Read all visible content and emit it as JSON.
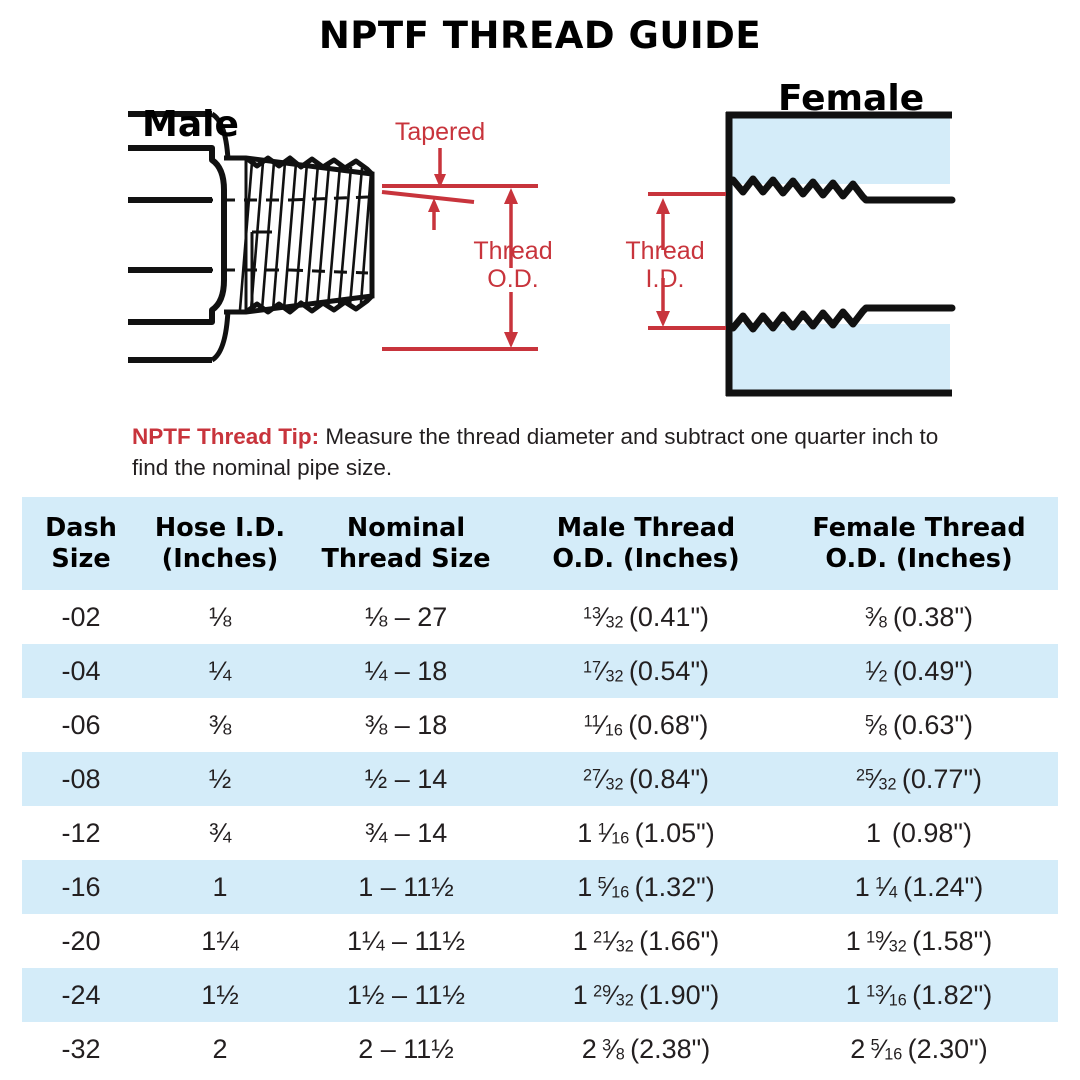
{
  "page_title": "NPTF THREAD GUIDE",
  "colors": {
    "accent_red": "#c8343c",
    "table_blue": "#d4ecf9",
    "ink": "#231f20",
    "black": "#000000"
  },
  "diagram": {
    "male_label": "Male",
    "female_label": "Female",
    "annotations": {
      "tapered": "Tapered",
      "thread_od": "Thread\nO.D.",
      "thread_od_line1": "Thread",
      "thread_od_line2": "O.D.",
      "thread_id_line1": "Thread",
      "thread_id_line2": "I.D."
    }
  },
  "tip": {
    "lead": "NPTF Thread Tip:",
    "body": "Measure the thread diameter and subtract one quarter inch to find the nominal pipe size."
  },
  "table": {
    "headers": [
      {
        "line1": "Dash",
        "line2": "Size"
      },
      {
        "line1": "Hose I.D.",
        "line2": "(Inches)"
      },
      {
        "line1": "Nominal",
        "line2": "Thread Size"
      },
      {
        "line1": "Male Thread",
        "line2": "O.D. (Inches)"
      },
      {
        "line1": "Female Thread",
        "line2": "O.D. (Inches)"
      }
    ],
    "rows": [
      {
        "dash_size": "-02",
        "hose_id": "⅛",
        "nominal_thread_size": "⅛ – 27",
        "male_od": "13/32 (0.41\")",
        "female_od": "3/8 (0.38\")",
        "male_od_parts": {
          "whole": "",
          "num": "13",
          "den": "32",
          "decimal": "(0.41\")"
        },
        "female_od_parts": {
          "whole": "",
          "num": "3",
          "den": "8",
          "decimal": "(0.38\")"
        },
        "shaded": false
      },
      {
        "dash_size": "-04",
        "hose_id": "¼",
        "nominal_thread_size": "¼ – 18",
        "male_od": "17/32 (0.54\")",
        "female_od": "1/2 (0.49\")",
        "male_od_parts": {
          "whole": "",
          "num": "17",
          "den": "32",
          "decimal": "(0.54\")"
        },
        "female_od_parts": {
          "whole": "",
          "num": "1",
          "den": "2",
          "decimal": "(0.49\")"
        },
        "shaded": true
      },
      {
        "dash_size": "-06",
        "hose_id": "⅜",
        "nominal_thread_size": "⅜ – 18",
        "male_od": "11/16 (0.68\")",
        "female_od": "5/8 (0.63\")",
        "male_od_parts": {
          "whole": "",
          "num": "11",
          "den": "16",
          "decimal": "(0.68\")"
        },
        "female_od_parts": {
          "whole": "",
          "num": "5",
          "den": "8",
          "decimal": "(0.63\")"
        },
        "shaded": false
      },
      {
        "dash_size": "-08",
        "hose_id": "½",
        "nominal_thread_size": "½ – 14",
        "male_od": "27/32 (0.84\")",
        "female_od": "25/32 (0.77\")",
        "male_od_parts": {
          "whole": "",
          "num": "27",
          "den": "32",
          "decimal": "(0.84\")"
        },
        "female_od_parts": {
          "whole": "",
          "num": "25",
          "den": "32",
          "decimal": "(0.77\")"
        },
        "shaded": true
      },
      {
        "dash_size": "-12",
        "hose_id": "¾",
        "nominal_thread_size": "¾ – 14",
        "male_od": "1 1/16 (1.05\")",
        "female_od": "1 (0.98\")",
        "male_od_parts": {
          "whole": "1",
          "num": "1",
          "den": "16",
          "decimal": "(1.05\")"
        },
        "female_od_parts": {
          "whole": "1",
          "num": "",
          "den": "",
          "decimal": "(0.98\")"
        },
        "shaded": false
      },
      {
        "dash_size": "-16",
        "hose_id": "1",
        "nominal_thread_size": "1 – 11½",
        "male_od": "1 5/16 (1.32\")",
        "female_od": "1 1/4 (1.24\")",
        "male_od_parts": {
          "whole": "1",
          "num": "5",
          "den": "16",
          "decimal": "(1.32\")"
        },
        "female_od_parts": {
          "whole": "1",
          "num": "1",
          "den": "4",
          "decimal": "(1.24\")"
        },
        "shaded": true
      },
      {
        "dash_size": "-20",
        "hose_id": "1¼",
        "nominal_thread_size": "1¼ – 11½",
        "male_od": "1 21/32 (1.66\")",
        "female_od": "1 19/32 (1.58\")",
        "male_od_parts": {
          "whole": "1",
          "num": "21",
          "den": "32",
          "decimal": "(1.66\")"
        },
        "female_od_parts": {
          "whole": "1",
          "num": "19",
          "den": "32",
          "decimal": "(1.58\")"
        },
        "shaded": false
      },
      {
        "dash_size": "-24",
        "hose_id": "1½",
        "nominal_thread_size": "1½ – 11½",
        "male_od": "1 29/32 (1.90\")",
        "female_od": "1 13/16 (1.82\")",
        "male_od_parts": {
          "whole": "1",
          "num": "29",
          "den": "32",
          "decimal": "(1.90\")"
        },
        "female_od_parts": {
          "whole": "1",
          "num": "13",
          "den": "16",
          "decimal": "(1.82\")"
        },
        "shaded": true
      },
      {
        "dash_size": "-32",
        "hose_id": "2",
        "nominal_thread_size": "2 – 11½",
        "male_od": "2 3/8 (2.38\")",
        "female_od": "2 5/16 (2.30\")",
        "male_od_parts": {
          "whole": "2",
          "num": "3",
          "den": "8",
          "decimal": "(2.38\")"
        },
        "female_od_parts": {
          "whole": "2",
          "num": "5",
          "den": "16",
          "decimal": "(2.30\")"
        },
        "shaded": false
      }
    ]
  }
}
